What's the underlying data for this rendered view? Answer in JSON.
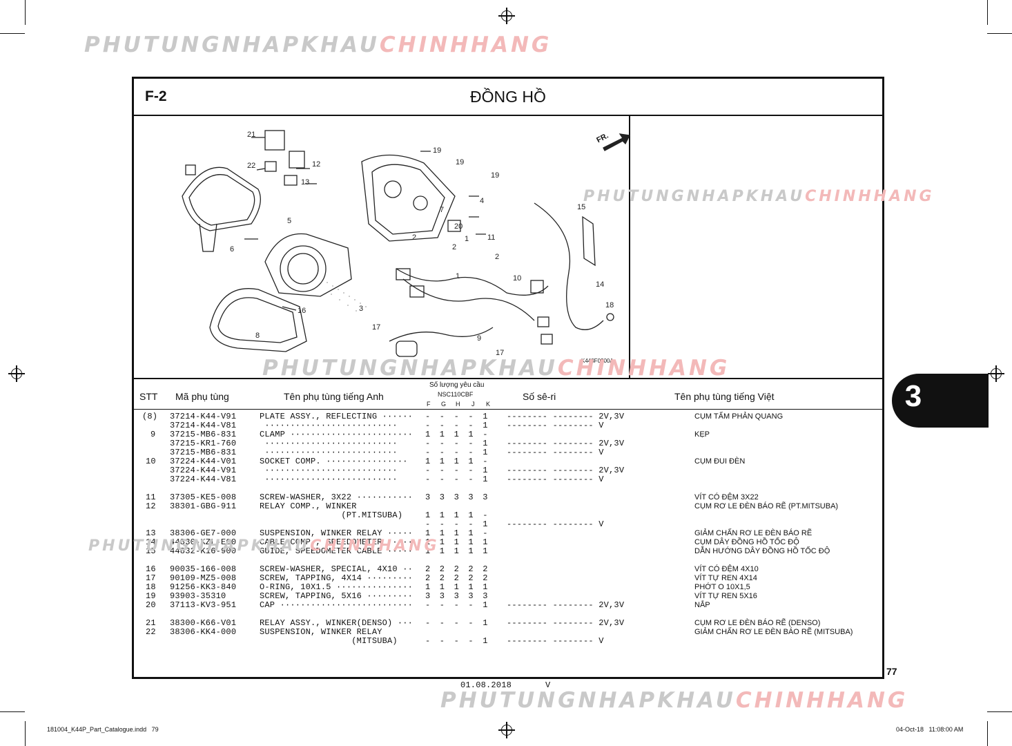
{
  "watermark": {
    "part1": "PHUTUNGNHAPKHAU",
    "part2": "CHINHHANG"
  },
  "header": {
    "code": "F-2",
    "title": "ĐỒNG HỒ"
  },
  "diagram": {
    "direction_label": "FR.",
    "figure_code": "K448F0200A",
    "callouts": [
      "21",
      "22",
      "12",
      "13",
      "19",
      "19",
      "19",
      "7",
      "4",
      "6",
      "5",
      "20",
      "11",
      "2",
      "2",
      "1",
      "2",
      "15",
      "10",
      "1",
      "3",
      "16",
      "8",
      "17",
      "9",
      "17",
      "14",
      "18"
    ]
  },
  "columns": {
    "stt": "STT",
    "part_no": "Mã phụ tùng",
    "name_en": "Tên phụ tùng tiếng Anh",
    "qty_title": "Số lượng yêu cầu",
    "model": "NSC110CBF",
    "types": [
      "F",
      "G",
      "H",
      "J",
      "K"
    ],
    "serial": "Số sê-ri",
    "name_vi": "Tên phụ tùng tiếng Việt"
  },
  "rows": [
    {
      "stt": "(8)",
      "part": "37214-K44-V91",
      "en": "PLATE ASSY., REFLECTING ······",
      "q": "- - - - 1",
      "s": "-------- -------- 2V,3V",
      "vi": "CỤM TẤM PHẢN QUANG"
    },
    {
      "stt": "",
      "part": "37214-K44-V81",
      "en": " ··························",
      "q": "- - - - 1",
      "s": "-------- -------- V",
      "vi": ""
    },
    {
      "stt": "9",
      "part": "37215-MB6-831",
      "en": "CLAMP ························",
      "q": "1 1 1 1 -",
      "s": "",
      "vi": "KẸP"
    },
    {
      "stt": "",
      "part": "37215-KR1-760",
      "en": " ··························",
      "q": "- - - - 1",
      "s": "-------- -------- 2V,3V",
      "vi": ""
    },
    {
      "stt": "",
      "part": "37215-MB6-831",
      "en": " ··························",
      "q": "- - - - 1",
      "s": "-------- -------- V",
      "vi": ""
    },
    {
      "stt": "10",
      "part": "37224-K44-V01",
      "en": "SOCKET COMP. ················",
      "q": "1 1 1 1 -",
      "s": "",
      "vi": "CỤM ĐUI ĐÈN"
    },
    {
      "stt": "",
      "part": "37224-K44-V91",
      "en": " ··························",
      "q": "- - - - 1",
      "s": "-------- -------- 2V,3V",
      "vi": ""
    },
    {
      "stt": "",
      "part": "37224-K44-V81",
      "en": " ··························",
      "q": "- - - - 1",
      "s": "-------- -------- V",
      "vi": ""
    },
    {
      "stt": "11",
      "part": "37305-KE5-008",
      "en": "SCREW-WASHER, 3X22 ···········",
      "q": "3 3 3 3 3",
      "s": "",
      "vi": "VÍT CÓ ĐỆM 3X22"
    },
    {
      "stt": "12",
      "part": "38301-GBG-911",
      "en": "RELAY COMP., WINKER",
      "q": "",
      "s": "",
      "vi": "CỤM RƠ LE ĐÈN BÁO RẼ (PT.MITSUBA)"
    },
    {
      "stt": "",
      "part": "",
      "en": "                (PT.MITSUBA)",
      "q": "1 1 1 1 -",
      "s": "",
      "vi": ""
    },
    {
      "stt": "",
      "part": "",
      "en": "",
      "q": "- - - - 1",
      "s": "-------- -------- V",
      "vi": ""
    },
    {
      "stt": "13",
      "part": "38306-GE7-000",
      "en": "SUSPENSION, WINKER RELAY ·····",
      "q": "1 1 1 1 -",
      "s": "",
      "vi": "GIẢM CHẤN RƠ LE ĐÈN BÁO RẼ"
    },
    {
      "stt": "14",
      "part": "44830-KZL-E00",
      "en": "CABLE COMP., SPEEDOMETER ·····",
      "q": "1 1 1 1 1",
      "s": "",
      "vi": "CỤM DÂY ĐỒNG HỒ TỐC ĐỘ"
    },
    {
      "stt": "15",
      "part": "44832-K16-900",
      "en": "GUIDE, SPEEDOMETER CABLE ·····",
      "q": "1 1 1 1 1",
      "s": "",
      "vi": "DẪN HƯỚNG DÂY ĐỒNG HỒ TỐC ĐỘ"
    },
    {
      "stt": "16",
      "part": "90035-166-008",
      "en": "SCREW-WASHER, SPECIAL, 4X10 ··",
      "q": "2 2 2 2 2",
      "s": "",
      "vi": "VÍT CÓ ĐỆM 4X10"
    },
    {
      "stt": "17",
      "part": "90109-MZ5-008",
      "en": "SCREW, TAPPING, 4X14 ·········",
      "q": "2 2 2 2 2",
      "s": "",
      "vi": "VÍT TỰ REN 4X14"
    },
    {
      "stt": "18",
      "part": "91256-KK3-840",
      "en": "O-RING, 10X1.5 ···············",
      "q": "1 1 1 1 1",
      "s": "",
      "vi": "PHỚT O 10X1,5"
    },
    {
      "stt": "19",
      "part": "93903-35310",
      "en": "SCREW, TAPPING, 5X16 ·········",
      "q": "3 3 3 3 3",
      "s": "",
      "vi": "VÍT TỰ REN 5X16"
    },
    {
      "stt": "20",
      "part": "37113-KV3-951",
      "en": "CAP ··························",
      "q": "- - - - 1",
      "s": "-------- -------- 2V,3V",
      "vi": "NẮP"
    },
    {
      "stt": "21",
      "part": "38300-K66-V01",
      "en": "RELAY ASSY., WINKER(DENSO) ···",
      "q": "- - - - 1",
      "s": "-------- -------- 2V,3V",
      "vi": "CỤM RƠ LE ĐÈN BÁO RẼ (DENSO)"
    },
    {
      "stt": "22",
      "part": "38306-KK4-000",
      "en": "SUSPENSION, WINKER RELAY",
      "q": "",
      "s": "",
      "vi": "GIẢM CHẤN RƠ LE ĐÈN BÁO RẼ (MITSUBA)"
    },
    {
      "stt": "",
      "part": "",
      "en": "                  (MITSUBA)",
      "q": "- - - - 1",
      "s": "-------- -------- V",
      "vi": ""
    }
  ],
  "footer": {
    "page_number": "77",
    "date": "01.08.2018",
    "version": "V",
    "file_info": "181004_K44P_Part_Catalogue.indd   79",
    "timestamp": "04-Oct-18   11:08:00 AM"
  },
  "section_tab": "3"
}
